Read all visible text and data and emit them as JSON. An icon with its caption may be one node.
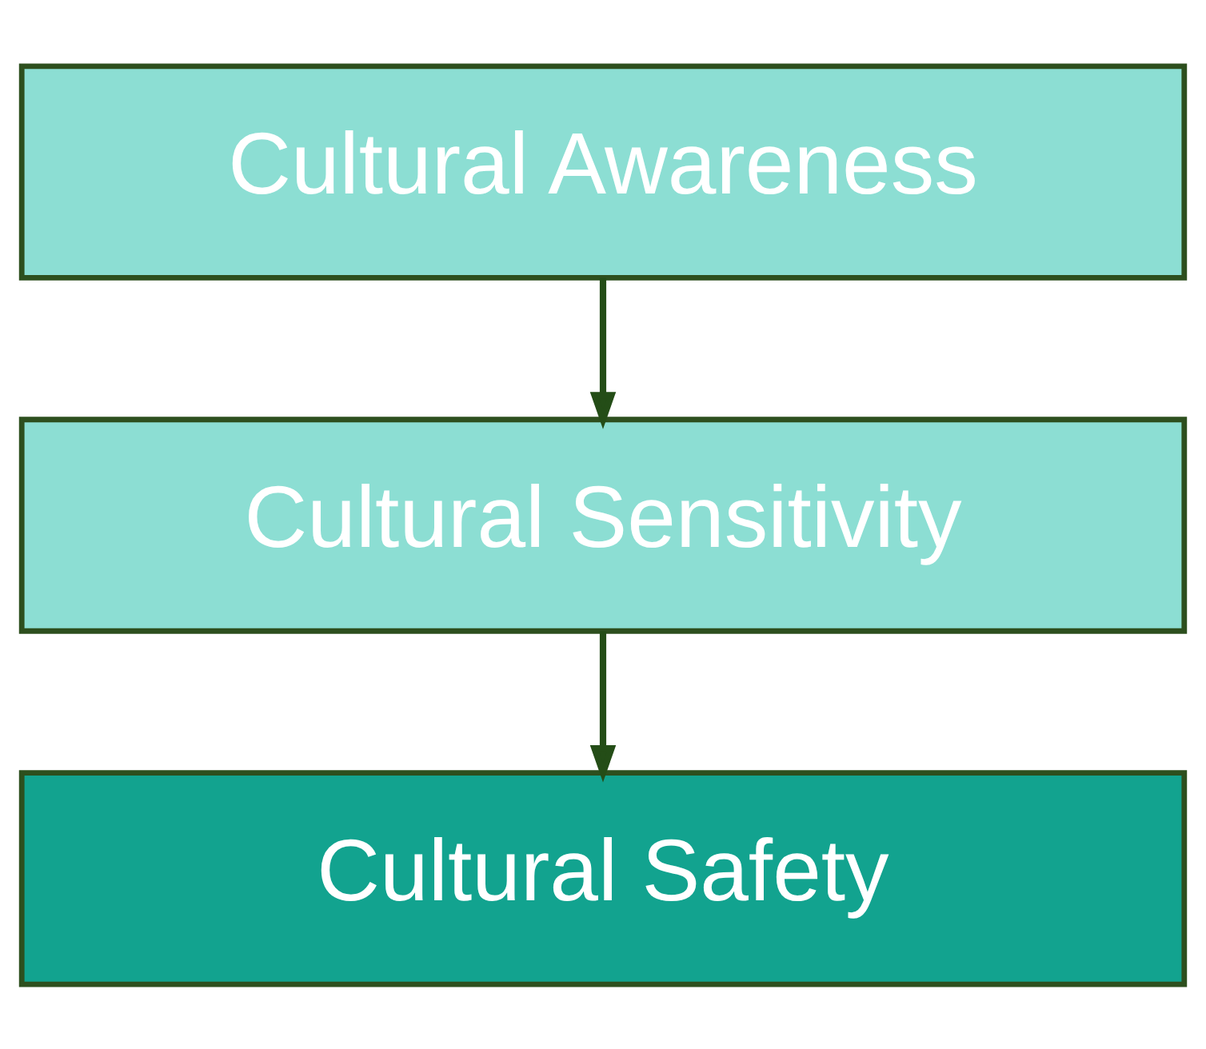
{
  "diagram": {
    "nodes": [
      {
        "text": [
          "Cultural Awareness"
        ]
      },
      {
        "text": [
          "Cultural Sensitivity"
        ]
      },
      {
        "text": [
          "Cultural Safety"
        ]
      }
    ],
    "edges": [
      {
        "from": 0,
        "to": 1,
        "arrow": "to"
      },
      {
        "from": 1,
        "to": 2,
        "arrow": "to"
      }
    ]
  }
}
